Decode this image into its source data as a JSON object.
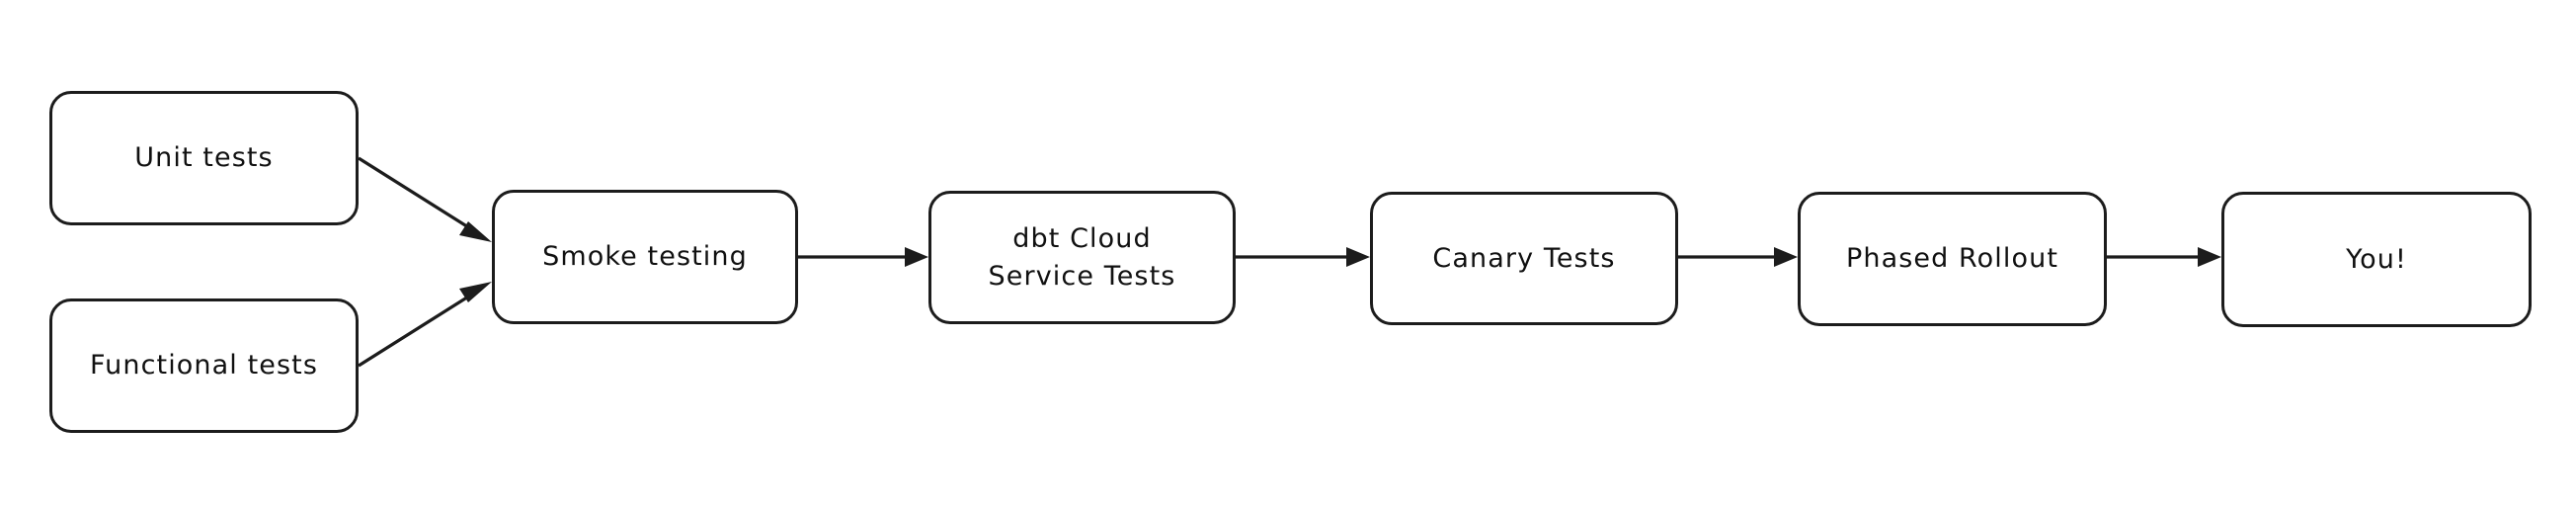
{
  "diagram": {
    "type": "flowchart",
    "orientation": "left-to-right",
    "background_color": "#ffffff",
    "stroke_color": "#1c1c1c",
    "text_color": "#111111",
    "style": "hand-drawn rounded rectangles with arrow connectors",
    "nodes": [
      {
        "id": "unit-tests",
        "label": "Unit tests",
        "shape": "rounded-rect"
      },
      {
        "id": "functional-tests",
        "label": "Functional tests",
        "shape": "rounded-rect"
      },
      {
        "id": "smoke-testing",
        "label": "Smoke testing",
        "shape": "rounded-rect"
      },
      {
        "id": "dbt-cloud",
        "label": "dbt Cloud\nService Tests",
        "shape": "rounded-rect"
      },
      {
        "id": "canary-tests",
        "label": "Canary Tests",
        "shape": "rounded-rect"
      },
      {
        "id": "phased-rollout",
        "label": "Phased Rollout",
        "shape": "rounded-rect"
      },
      {
        "id": "you",
        "label": "You!",
        "shape": "rounded-rect"
      }
    ],
    "edges": [
      {
        "from": "unit-tests",
        "to": "smoke-testing",
        "label": "",
        "arrow": "single"
      },
      {
        "from": "functional-tests",
        "to": "smoke-testing",
        "label": "",
        "arrow": "single"
      },
      {
        "from": "smoke-testing",
        "to": "dbt-cloud",
        "label": "",
        "arrow": "single"
      },
      {
        "from": "dbt-cloud",
        "to": "canary-tests",
        "label": "",
        "arrow": "single"
      },
      {
        "from": "canary-tests",
        "to": "phased-rollout",
        "label": "",
        "arrow": "single"
      },
      {
        "from": "phased-rollout",
        "to": "you",
        "label": "",
        "arrow": "single"
      }
    ]
  }
}
